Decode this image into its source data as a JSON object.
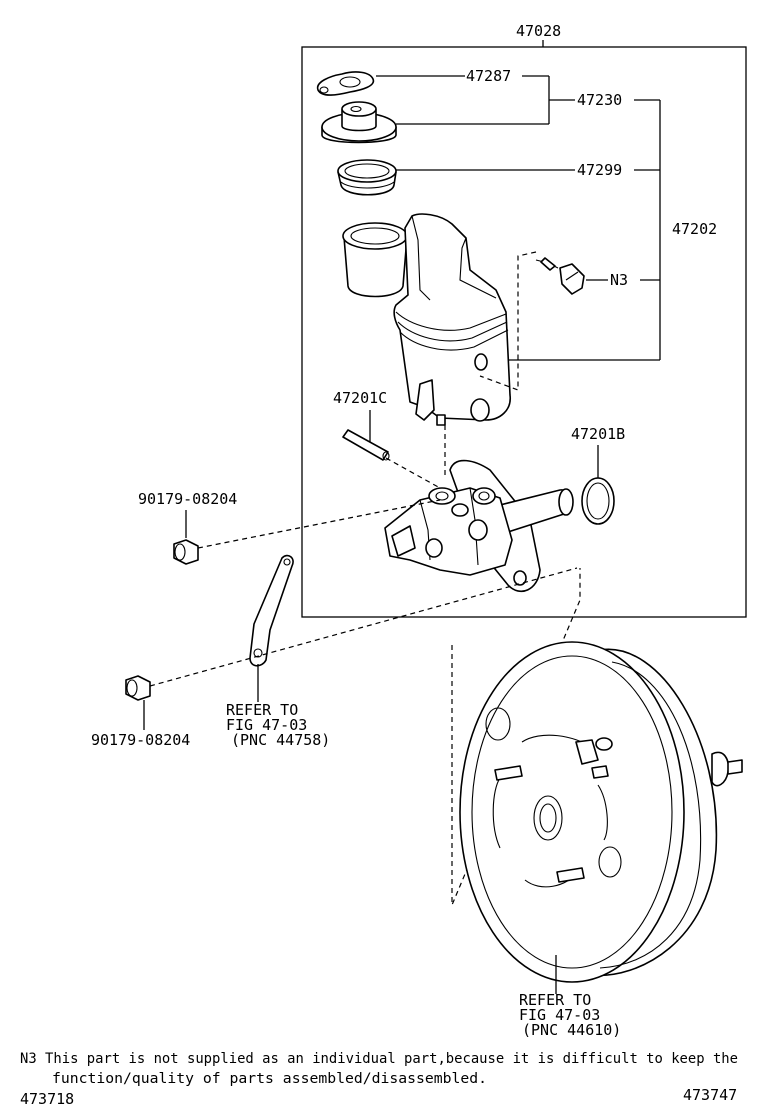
{
  "labels": {
    "assembly": "47028",
    "gasket": "47287",
    "cap": "47230",
    "strainer": "47299",
    "reservoir": "47202",
    "grommet_note_ref": "N3",
    "pin": "47201C",
    "oring": "47201B",
    "nut_upper": "90179-08204",
    "nut_lower": "90179-08204"
  },
  "refer_bracket": {
    "line1": "REFER TO",
    "line2": "FIG 47-03",
    "line3": "(PNC 44758)"
  },
  "refer_booster": {
    "line1": "REFER TO",
    "line2": "FIG 47-03",
    "line3": "(PNC 44610)"
  },
  "footnote": {
    "line1": "N3 This part is not supplied as an individual part,because it is difficult to keep the",
    "line2": "function/quality of parts assembled/disassembled."
  },
  "footer": {
    "left_code": "473718",
    "right_code": "473747"
  },
  "icons": {
    "gasket": "reservoir-cap-gasket-icon",
    "cap": "reservoir-cap-icon",
    "strainer": "reservoir-strainer-icon",
    "reservoir": "brake-fluid-reservoir-icon",
    "grommet": "reservoir-grommet-icon",
    "pin": "straight-pin-icon",
    "oring": "o-ring-icon",
    "master_cylinder": "brake-master-cylinder-icon",
    "nut": "flange-nut-icon",
    "bracket": "bracket-icon",
    "booster": "brake-booster-icon"
  }
}
